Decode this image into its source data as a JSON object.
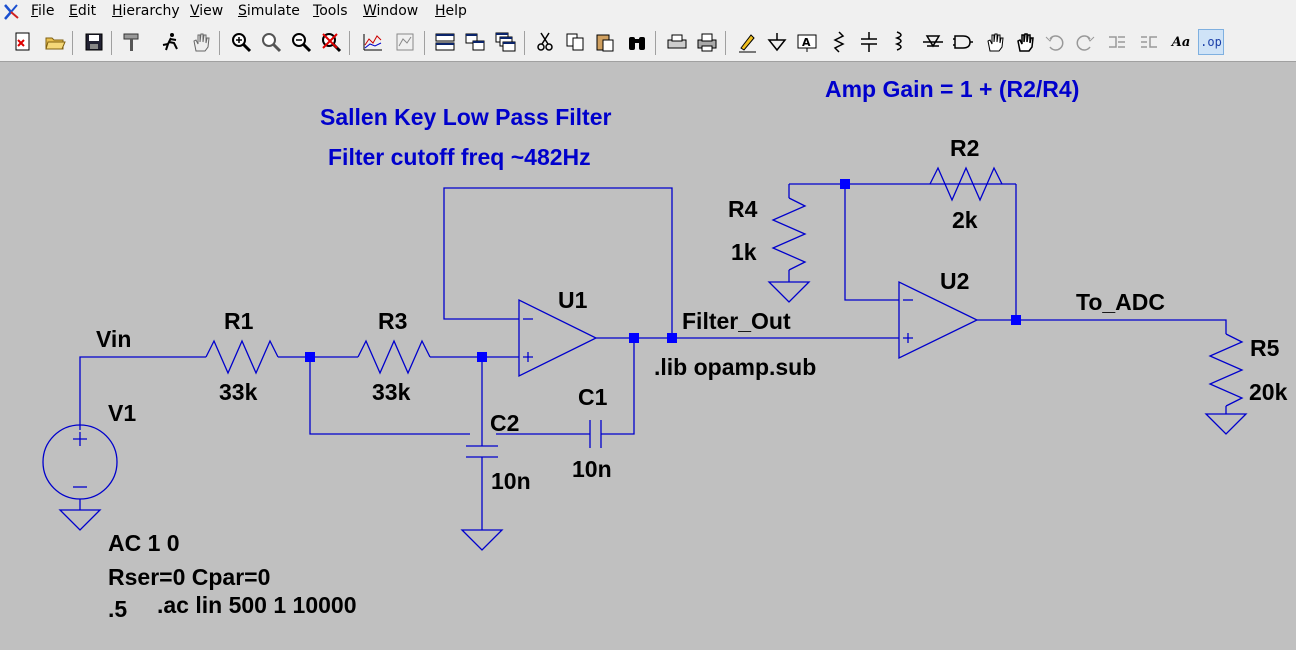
{
  "menu": [
    "File",
    "Edit",
    "Hierarchy",
    "View",
    "Simulate",
    "Tools",
    "Window",
    "Help"
  ],
  "toolbar": {
    "buttons": [
      "new-schematic",
      "open",
      "save",
      "control-panel",
      "run",
      "halt",
      "zoom-in",
      "zoom-pan",
      "zoom-out",
      "zoom-fit",
      "plot-settings",
      "pick-visible-traces",
      "tile-vertically",
      "tile-horizontally",
      "cascade",
      "cut",
      "copy",
      "paste",
      "find",
      "print-setup",
      "print",
      "draw-wire",
      "ground",
      "label-net",
      "resistor",
      "capacitor",
      "inductor",
      "diode",
      "component",
      "move",
      "drag",
      "undo",
      "redo",
      "rotate",
      "mirror",
      "text",
      "spice-directive"
    ],
    "text_button": "Aa",
    "spice_button": ".op"
  },
  "colors": {
    "wire": "#0000cc",
    "component": "#0000cc",
    "note": "#0000cc",
    "label": "#000000",
    "background": "#c0c0c0"
  },
  "comments": {
    "gain": "Amp Gain = 1 + (R2/R4)",
    "filter_title": "Sallen Key Low Pass Filter",
    "filter_cutoff": "Filter cutoff freq ~482Hz"
  },
  "components": {
    "R1": {
      "name": "R1",
      "value": "33k"
    },
    "R3": {
      "name": "R3",
      "value": "33k"
    },
    "R2": {
      "name": "R2",
      "value": "2k"
    },
    "R4": {
      "name": "R4",
      "value": "1k"
    },
    "R5": {
      "name": "R5",
      "value": "20k"
    },
    "C1": {
      "name": "C1",
      "value": "10n"
    },
    "C2": {
      "name": "C2",
      "value": "10n"
    },
    "U1": {
      "name": "U1"
    },
    "U2": {
      "name": "U2"
    },
    "V1": {
      "name": "V1",
      "line1": "AC 1 0",
      "line2": "Rser=0 Cpar=0",
      "line3": ".5"
    }
  },
  "nets": {
    "vin": "Vin",
    "filter_out": "Filter_Out",
    "to_adc": "To_ADC"
  },
  "directives": {
    "lib": ".lib opamp.sub",
    "ac": ".ac lin 500 1 10000"
  }
}
